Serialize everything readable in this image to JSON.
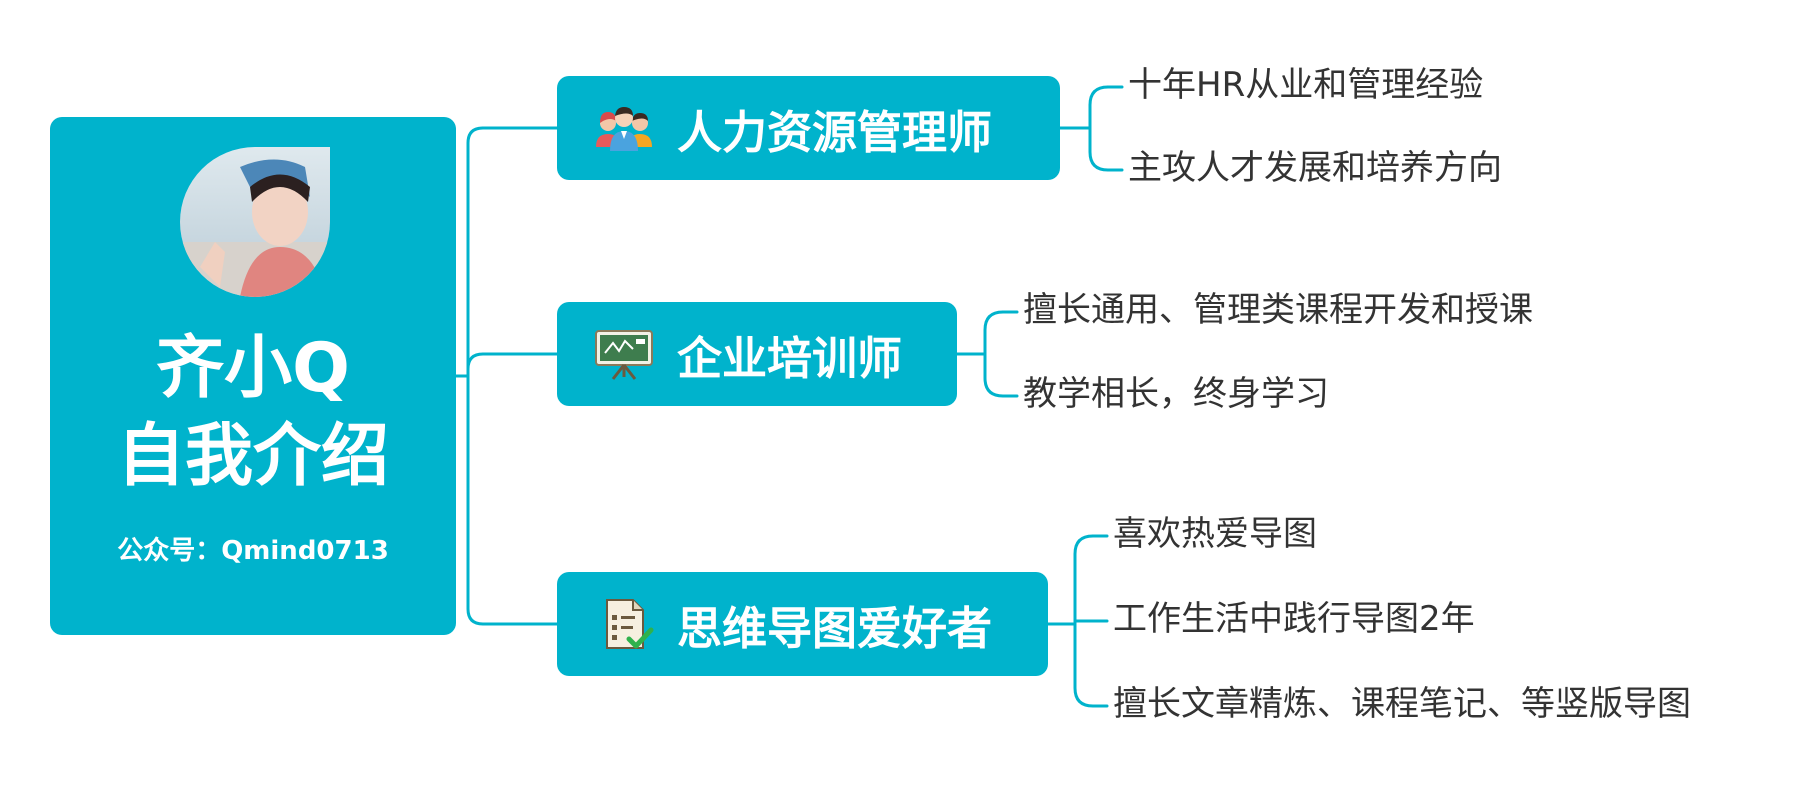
{
  "central": {
    "title_line1": "齐小Q",
    "title_line2": "自我介绍",
    "wechat": "公众号：Qmind0713",
    "avatar_icon": "profile-photo"
  },
  "branches": [
    {
      "label": "人力资源管理师",
      "icon": "people-group-icon",
      "leaves": [
        "十年HR从业和管理经验",
        "主攻人才发展和培养方向"
      ]
    },
    {
      "label": "企业培训师",
      "icon": "presentation-board-icon",
      "leaves": [
        "擅长通用、管理类课程开发和授课",
        "教学相长，终身学习"
      ]
    },
    {
      "label": "思维导图爱好者",
      "icon": "checklist-icon",
      "leaves": [
        "喜欢热爱导图",
        "工作生活中践行导图2年",
        "擅长文章精炼、课程笔记、等竖版导图"
      ]
    }
  ],
  "colors": {
    "accent": "#00b3cc",
    "text": "#333333",
    "background": "#ffffff"
  }
}
